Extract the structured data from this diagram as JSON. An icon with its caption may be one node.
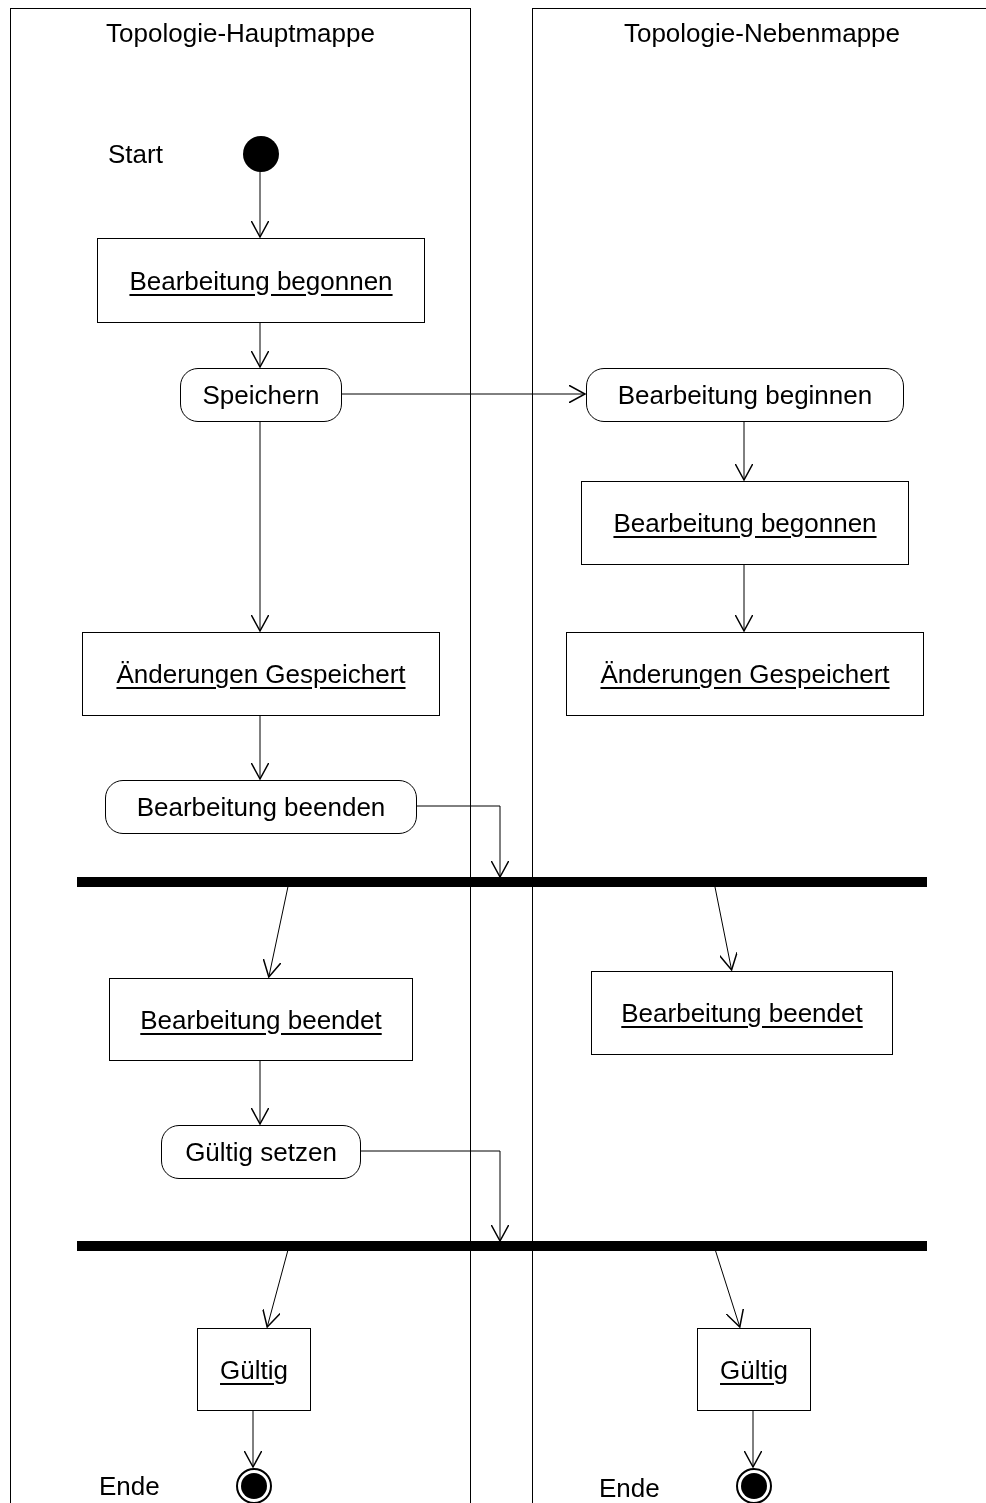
{
  "diagram": {
    "nodes": [
      {
        "text": [
          "Topologie-Hauptmappe"
        ]
      },
      {
        "text": [
          "Topologie-Nebenmappe"
        ]
      },
      {
        "text": [],
        "shape": "circle",
        "in": 0,
        "beside": [
          "Start"
        ]
      },
      {
        "text": [
          "Bearbeitung begonnen"
        ],
        "in": 0
      },
      {
        "text": [
          "Speichern"
        ],
        "in": 0
      },
      {
        "text": [
          "Bearbeitung beginnen"
        ],
        "in": 1
      },
      {
        "text": [
          "Bearbeitung begonnen"
        ],
        "in": 1
      },
      {
        "text": [
          "Änderungen Gespeichert"
        ],
        "in": 0
      },
      {
        "text": [
          "Änderungen Gespeichert"
        ],
        "in": 1
      },
      {
        "text": [
          "Bearbeitung beenden"
        ],
        "in": 0
      },
      {
        "text": [],
        "shape": "bar"
      },
      {
        "text": [
          "Bearbeitung beendet"
        ],
        "in": 0
      },
      {
        "text": [
          "Bearbeitung beendet"
        ],
        "in": 1
      },
      {
        "text": [
          "Gültig setzen"
        ],
        "in": 0
      },
      {
        "text": [],
        "shape": "bar"
      },
      {
        "text": [
          "Gültig"
        ],
        "in": 0
      },
      {
        "text": [
          "Gültig"
        ],
        "in": 1
      },
      {
        "text": [],
        "shape": "bullseye",
        "in": 0,
        "beside": [
          "Ende"
        ]
      },
      {
        "text": [],
        "shape": "bullseye",
        "in": 1,
        "beside": [
          "Ende"
        ]
      }
    ],
    "edges": [
      {
        "from": 2,
        "to": 3,
        "arrow": "to"
      },
      {
        "from": 3,
        "to": 4,
        "arrow": "to"
      },
      {
        "from": 4,
        "to": 5,
        "arrow": "to"
      },
      {
        "from": 5,
        "to": 6,
        "arrow": "to"
      },
      {
        "from": 6,
        "to": 8,
        "arrow": "to"
      },
      {
        "from": 4,
        "to": 7,
        "arrow": "to"
      },
      {
        "from": 7,
        "to": 9,
        "arrow": "to"
      },
      {
        "from": 9,
        "to": 10,
        "arrow": "to"
      },
      {
        "from": 10,
        "to": 11,
        "arrow": "to"
      },
      {
        "from": 10,
        "to": 12,
        "arrow": "to"
      },
      {
        "from": 11,
        "to": 13,
        "arrow": "to"
      },
      {
        "from": 13,
        "to": 14,
        "arrow": "to"
      },
      {
        "from": 14,
        "to": 15,
        "arrow": "to"
      },
      {
        "from": 14,
        "to": 16,
        "arrow": "to"
      },
      {
        "from": 15,
        "to": 17,
        "arrow": "to"
      },
      {
        "from": 16,
        "to": 18,
        "arrow": "to"
      }
    ]
  }
}
